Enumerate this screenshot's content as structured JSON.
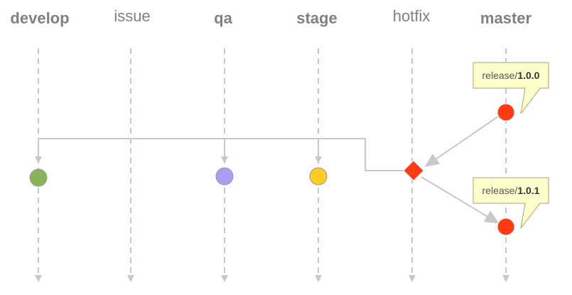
{
  "lanes": [
    {
      "id": "develop",
      "label": "develop",
      "bold": true
    },
    {
      "id": "issue",
      "label": "issue",
      "bold": false
    },
    {
      "id": "qa",
      "label": "qa",
      "bold": true
    },
    {
      "id": "stage",
      "label": "stage",
      "bold": true
    },
    {
      "id": "hotfix",
      "label": "hotfix",
      "bold": false
    },
    {
      "id": "master",
      "label": "master",
      "bold": true
    }
  ],
  "nodes": [
    {
      "id": "master-1",
      "lane": "master",
      "shape": "circle",
      "color": "#ff3a14"
    },
    {
      "id": "hotfix-1",
      "lane": "hotfix",
      "shape": "diamond",
      "color": "#ff3a14"
    },
    {
      "id": "master-2",
      "lane": "master",
      "shape": "circle",
      "color": "#ff3a14"
    },
    {
      "id": "develop-1",
      "lane": "develop",
      "shape": "circle",
      "color": "#8ab45a"
    },
    {
      "id": "qa-1",
      "lane": "qa",
      "shape": "circle",
      "color": "#a6a0f5"
    },
    {
      "id": "stage-1",
      "lane": "stage",
      "shape": "circle",
      "color": "#ffcc22"
    }
  ],
  "callouts": [
    {
      "id": "release-100",
      "prefix": "release/",
      "version": "1.0.0",
      "node": "master-1"
    },
    {
      "id": "release-101",
      "prefix": "release/",
      "version": "1.0.1",
      "node": "master-2"
    }
  ],
  "colors": {
    "lane_line": "#c8c8c8",
    "connector": "#c8c8c8",
    "callout_fill": "#ffffcc",
    "callout_stroke": "#a5a573",
    "node_stroke": "#999999"
  }
}
